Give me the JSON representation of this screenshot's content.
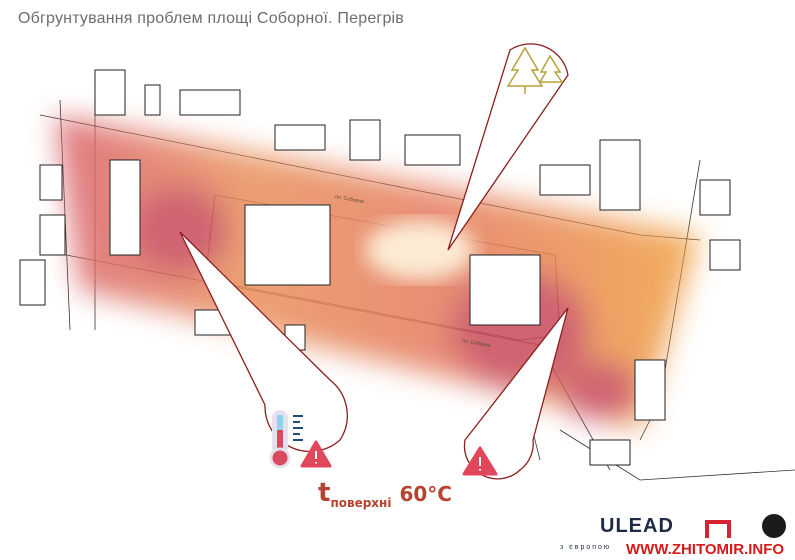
{
  "title": "Обгрунтування проблем площі Соборної. Перегрів",
  "map": {
    "street_labels": [
      "пл. Соборна",
      "пл. Соборна"
    ],
    "icons": [
      "trees-icon",
      "thermometer-icon",
      "warning-icon",
      "warning-icon"
    ]
  },
  "annotation": {
    "t": "t",
    "subscript": "поверхні",
    "value": "60°C"
  },
  "logos": {
    "ulead": "ULEAD",
    "ulead_sub": "з європою",
    "watermark": "WWW.ZHITOMIR.INFO"
  },
  "colors": {
    "heat_core": "#c8485a",
    "heat_edge": "#f2a040",
    "callout": "#8a1f1f",
    "warning": "#e0475a"
  }
}
